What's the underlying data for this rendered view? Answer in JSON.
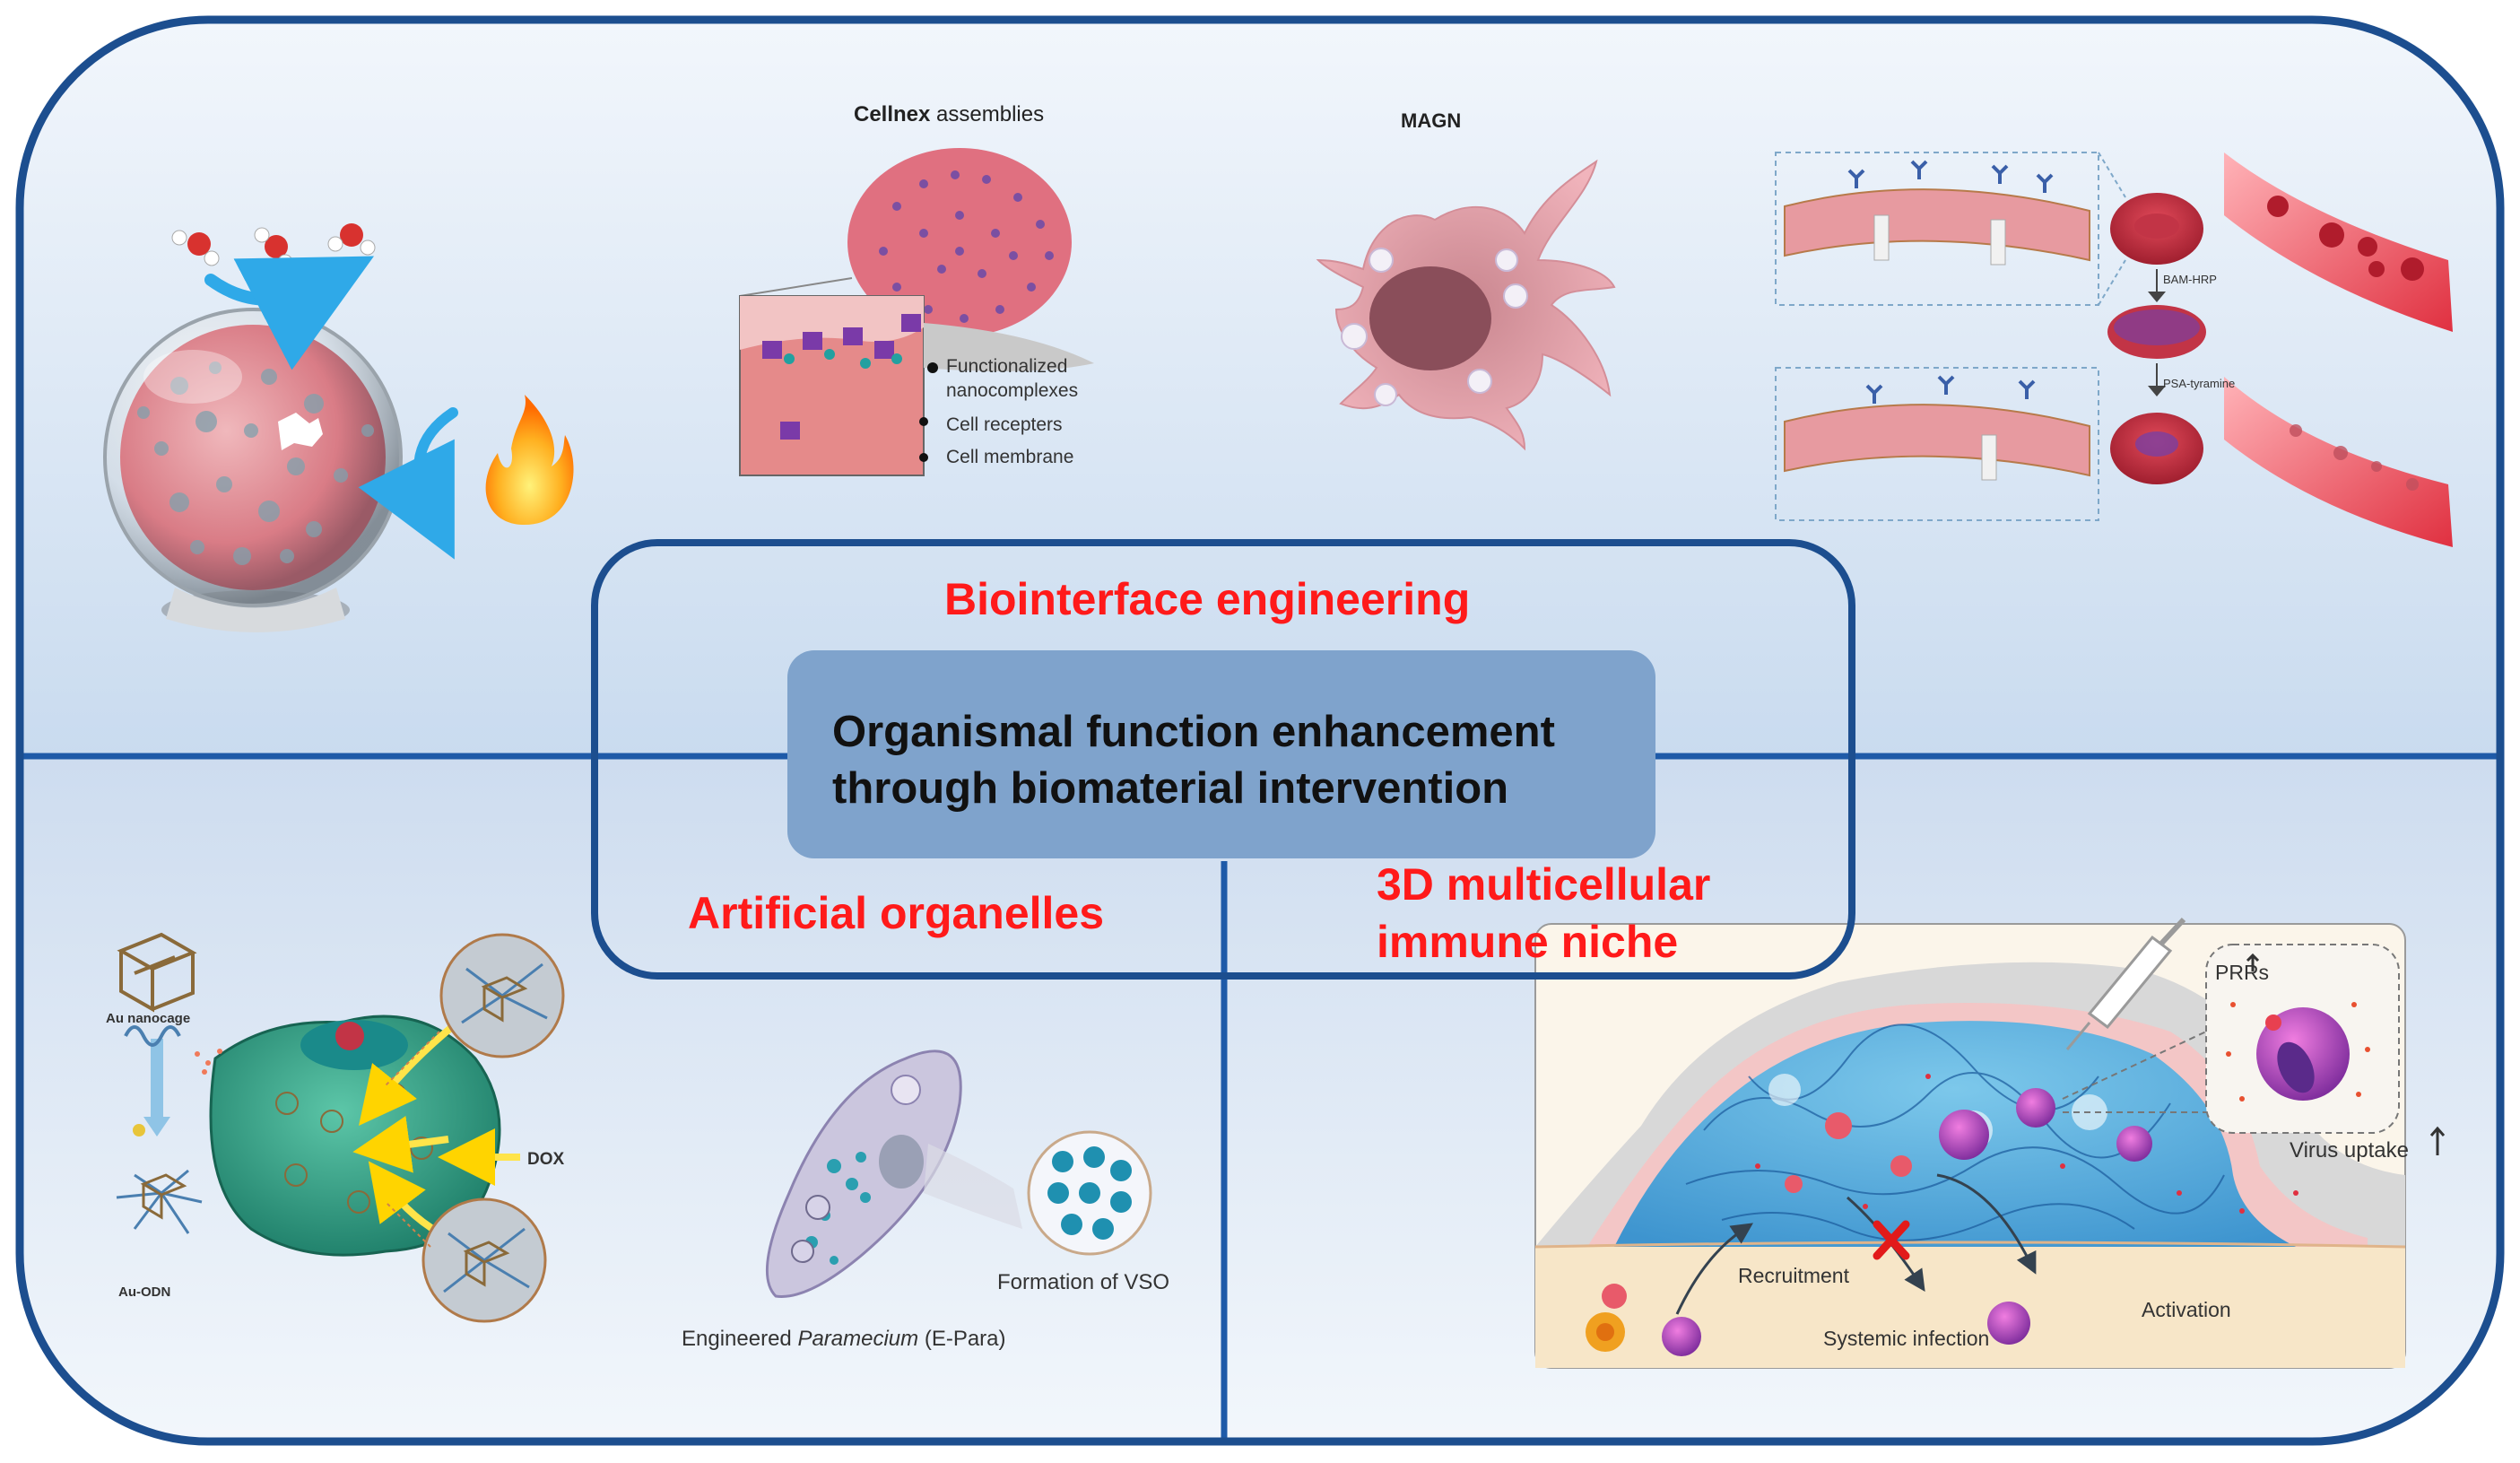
{
  "center": {
    "title_line1": "Organismal function enhancement",
    "title_line2": "through biomaterial intervention"
  },
  "themes": {
    "biointerface": "Biointerface engineering",
    "organelles": "Artificial organelles",
    "niche_line1": "3D multicellular",
    "niche_line2": "immune niche"
  },
  "panel_cellnex": {
    "title_bold": "Cellnex",
    "title_rest": " assemblies",
    "label_nanocomplex_1": "Functionalized",
    "label_nanocomplex_2": "nanocomplexes",
    "label_receptors": "Cell recepters",
    "label_membrane": "Cell membrane"
  },
  "panel_magn": {
    "title": "MAGN"
  },
  "panel_rbc": {
    "label_bam": "BAM-HRP",
    "label_psa": "PSA-tyramine"
  },
  "panel_au": {
    "label_nanocage": "Au nanocage",
    "label_odn": "Au-ODN",
    "label_dox": "DOX"
  },
  "panel_paramecium": {
    "label_engineered": "Engineered ",
    "label_species": "Paramecium",
    "label_abbrev": " (E-Para)",
    "label_vso": "Formation of VSO"
  },
  "panel_niche": {
    "label_prrs": "PRRs",
    "label_virus": "Virus uptake",
    "label_recruitment": "Recruitment",
    "label_infection": "Systemic infection",
    "label_activation": "Activation"
  },
  "colors": {
    "frame": "#1c4e8f",
    "title_red": "#ff1a1a",
    "center_box": "#7fa3cc",
    "bg_light": "#e9f1fa",
    "bg_mid": "#cfdff0"
  }
}
